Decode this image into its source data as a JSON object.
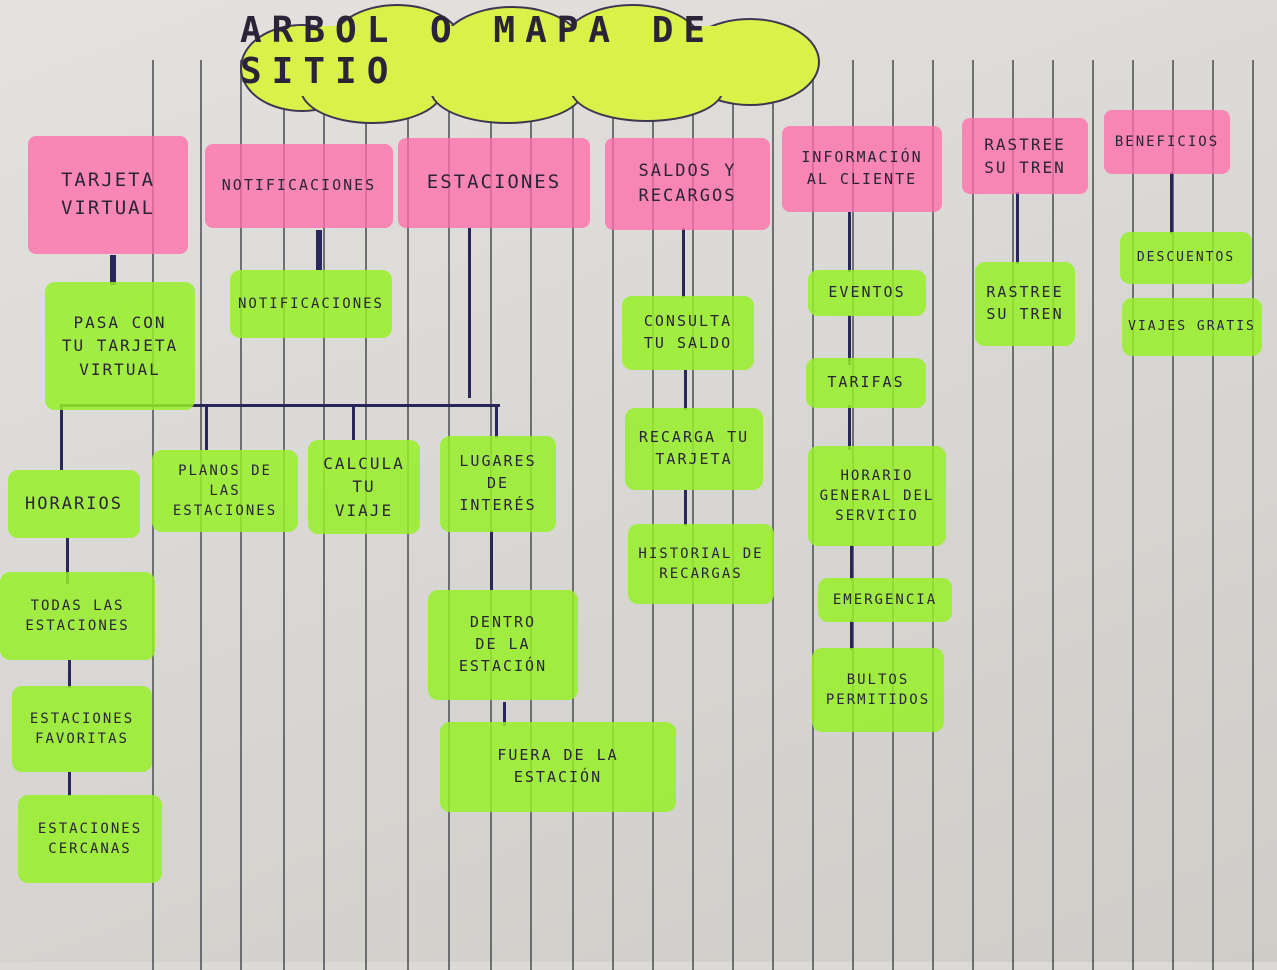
{
  "title": "ARBOL O MAPA DE SITIO",
  "colors": {
    "category_highlight": "#ff6eaa",
    "item_highlight": "#96f028",
    "title_highlight": "#d8f24a",
    "ink": "#28265a"
  },
  "categories": [
    {
      "label": "TARJETA VIRTUAL",
      "items": [
        "PASA CON TU TARJETA VIRTUAL"
      ]
    },
    {
      "label": "NOTIFICACIONES",
      "items": [
        "NOTIFICACIONES"
      ]
    },
    {
      "label": "ESTACIONES",
      "items": [
        "HORARIOS",
        "PLANOS DE LAS ESTACIONES",
        "CALCULA TU VIAJE",
        "LUGARES DE INTERÉS"
      ],
      "horarios_items": [
        "TODAS LAS ESTACIONES",
        "ESTACIONES FAVORITAS",
        "ESTACIONES CERCANAS"
      ],
      "lugares_items": [
        "DENTRO DE LA ESTACIÓN",
        "FUERA DE LA ESTACIÓN"
      ]
    },
    {
      "label": "SALDOS Y RECARGOS",
      "items": [
        "CONSULTA TU SALDO",
        "RECARGA TU TARJETA",
        "HISTORIAL DE RECARGAS"
      ]
    },
    {
      "label": "INFORMACIÓN AL CLIENTE",
      "items": [
        "EVENTOS",
        "TARIFAS",
        "HORARIO GENERAL DEL SERVICIO",
        "EMERGENCIA",
        "BULTOS PERMITIDOS"
      ]
    },
    {
      "label": "RASTREE SU TREN",
      "items": [
        "RASTREE SU TREN"
      ]
    },
    {
      "label": "BENEFICIOS",
      "items": [
        "DESCUENTOS",
        "VIAJES GRATIS"
      ]
    }
  ]
}
